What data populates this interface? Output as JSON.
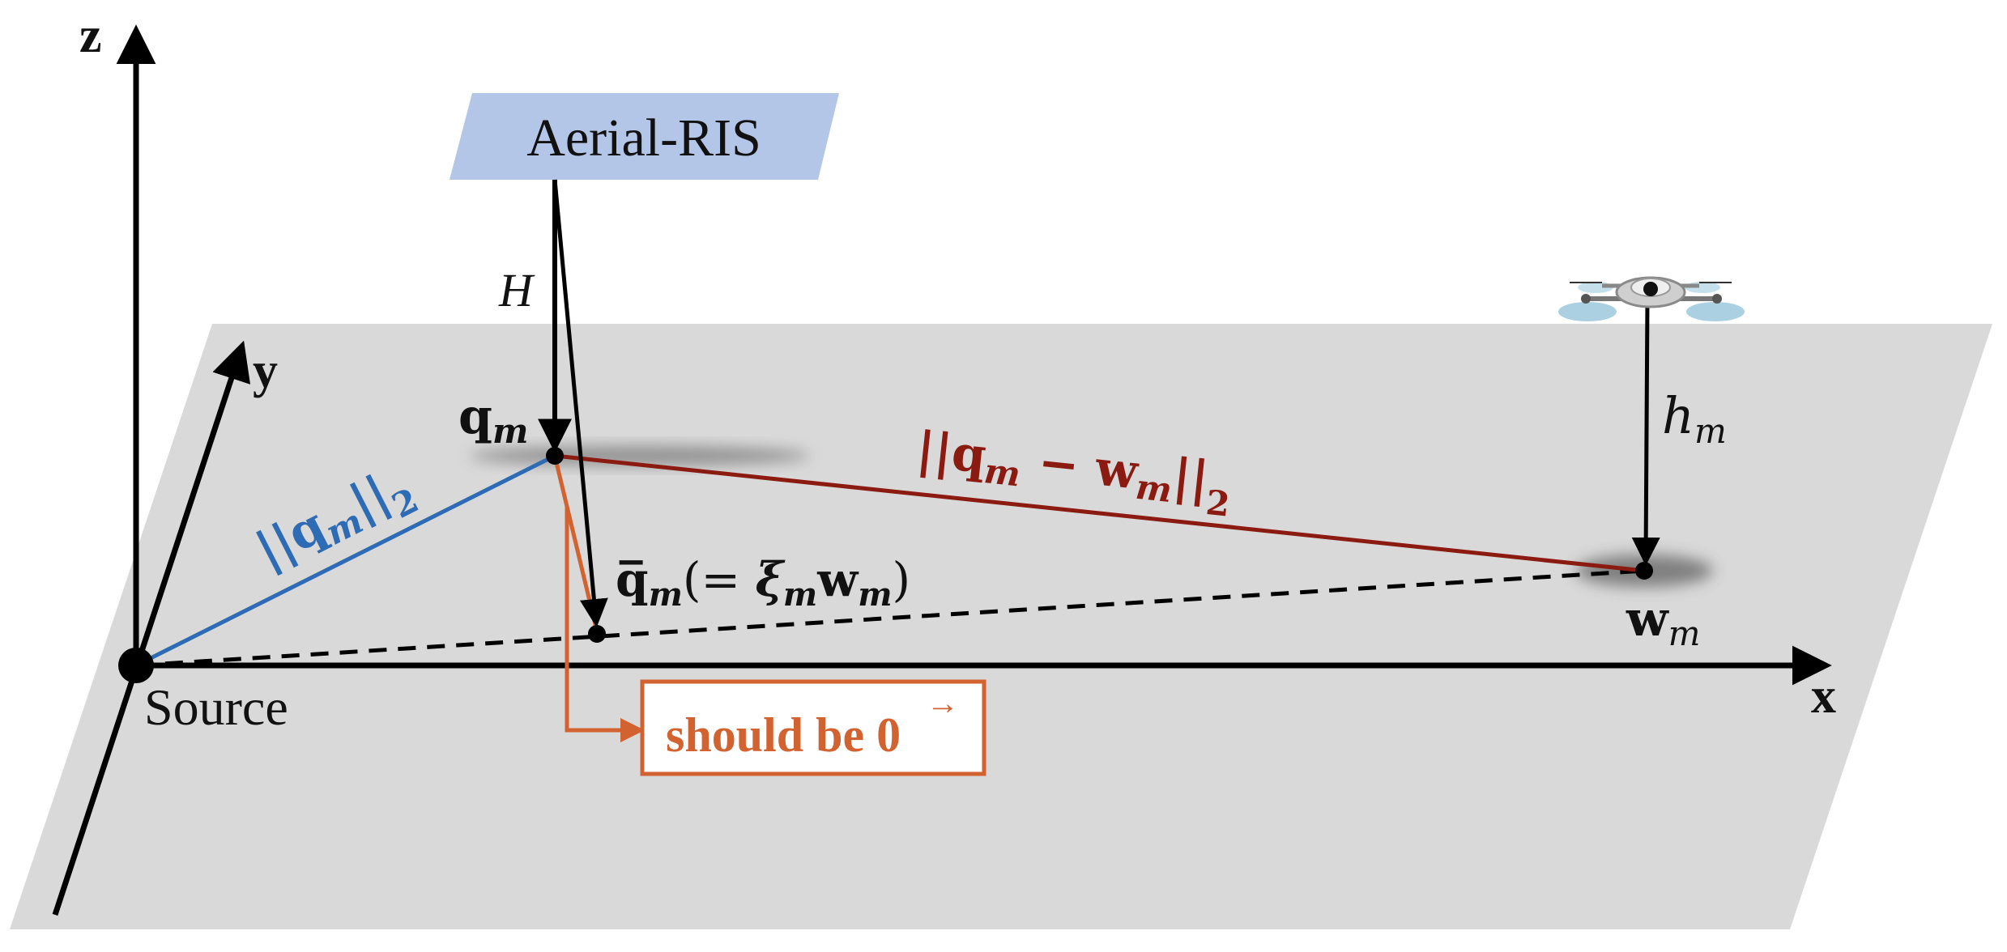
{
  "axes": {
    "x": "x",
    "y": "y",
    "z": "z"
  },
  "aerial_ris": {
    "label": "Aerial-RIS",
    "fill": "#b4c6e7"
  },
  "source": {
    "label": "Source"
  },
  "labels": {
    "H": "H",
    "q_m": {
      "main": "q",
      "sub": "m"
    },
    "q_bar": {
      "main": "q̅",
      "sub": "m",
      "rest_open": "(= ",
      "xi": "ξ",
      "xi_sub": "m",
      "w": "w",
      "w_sub": "m",
      "rest_close": ")"
    },
    "w_m": {
      "main": "w",
      "sub": "m"
    },
    "h_m": {
      "main": "h",
      "sub": "m"
    },
    "norm_q": {
      "open": "||",
      "main": "q",
      "sub": "m",
      "close": "||",
      "norm_sub": "2"
    },
    "norm_diff": {
      "open": "||",
      "q": "q",
      "q_sub": "m",
      "minus": " − ",
      "w": "w",
      "w_sub": "m",
      "close": "||",
      "norm_sub": "2"
    }
  },
  "callout": {
    "text": "should be ",
    "vector": "0",
    "arrow": "→"
  },
  "colors": {
    "plane": "#d9d9d9",
    "blue_line": "#2e6bb5",
    "red_line": "#8b1a10",
    "orange": "#d2622f",
    "black": "#000000"
  },
  "icons": {
    "drone": "drone-icon"
  }
}
